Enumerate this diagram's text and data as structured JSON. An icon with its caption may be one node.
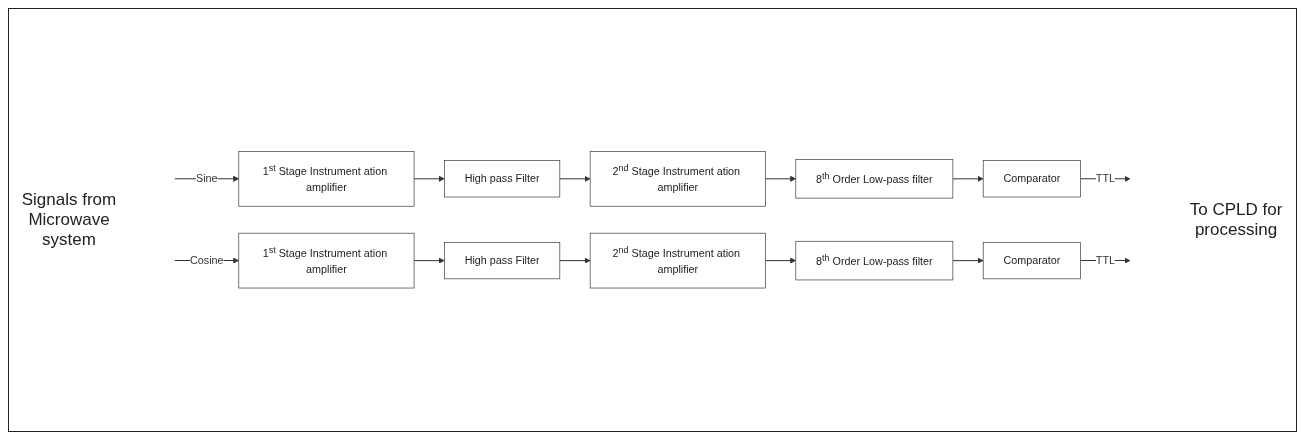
{
  "diagram": {
    "nodes": [
      {
        "text": [
          "1$^{st}$ Stage Instrument ation amplifier"
        ]
      },
      {
        "text": [
          "High pass Filter"
        ]
      },
      {
        "text": [
          "2$^{nd}$ Stage Instrument ation amplifier"
        ]
      },
      {
        "text": [
          "8$^{th}$ Order Low-pass filter"
        ]
      },
      {
        "text": [
          "Comparator"
        ]
      },
      {
        "text": [
          "1$^{st}$ Stage Instrument ation amplifier"
        ]
      },
      {
        "text": [
          "High pass Filter"
        ]
      },
      {
        "text": [
          "2$^{nd}$ Stage Instrument ation amplifier"
        ]
      },
      {
        "text": [
          "8$^{th}$ Order Low-pass filter"
        ]
      },
      {
        "text": [
          "Comparator"
        ]
      }
    ],
    "edges": [
      {
        "from": null,
        "to": 0,
        "arrow": "to",
        "label": "Sine"
      },
      {
        "from": 0,
        "to": 1,
        "arrow": "to"
      },
      {
        "from": 1,
        "to": 2,
        "arrow": "to"
      },
      {
        "from": 2,
        "to": 3,
        "arrow": "to"
      },
      {
        "from": 3,
        "to": 4,
        "arrow": "to"
      },
      {
        "from": 4,
        "to": null,
        "arrow": "to",
        "label": "TTL"
      },
      {
        "from": null,
        "to": 5,
        "arrow": "to",
        "label": "Cosine"
      },
      {
        "from": 5,
        "to": 6,
        "arrow": "to"
      },
      {
        "from": 6,
        "to": 7,
        "arrow": "to"
      },
      {
        "from": 7,
        "to": 8,
        "arrow": "to"
      },
      {
        "from": 8,
        "to": 9,
        "arrow": "to"
      },
      {
        "from": 9,
        "to": null,
        "arrow": "to",
        "label": "TTL"
      }
    ],
    "labels": [
      "Signals from Microwave system",
      "To CPLD for processing"
    ]
  }
}
